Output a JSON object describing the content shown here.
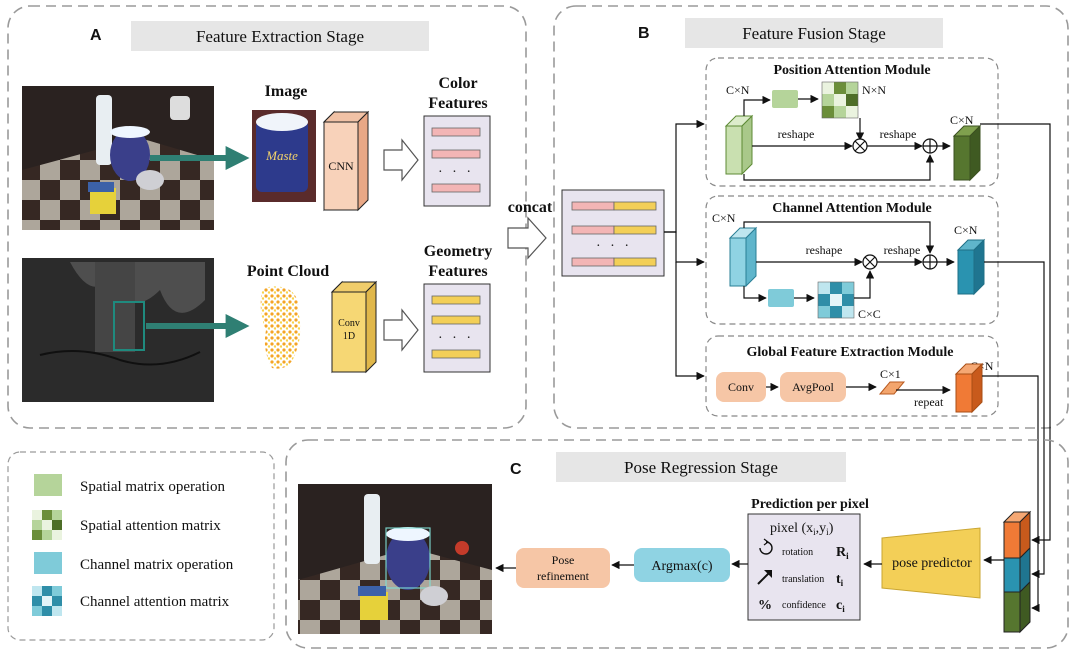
{
  "stages": {
    "a": {
      "letter": "A",
      "title": "Feature Extraction Stage"
    },
    "b": {
      "letter": "B",
      "title": "Feature Fusion Stage"
    },
    "c": {
      "letter": "C",
      "title": "Pose Regression Stage"
    }
  },
  "extraction": {
    "image_label": "Image",
    "cnn_label": "CNN",
    "color_features": [
      "Color",
      "Features"
    ],
    "point_cloud_label": "Point Cloud",
    "conv1d_label": [
      "Conv",
      "1D"
    ],
    "geometry_features": [
      "Geometry",
      "Features"
    ],
    "ellipsis": "· · ·"
  },
  "concat_label": "concat",
  "fusion": {
    "pam": {
      "title": "Position Attention Module",
      "cn_left": "C×N",
      "nn": "N×N",
      "reshape1": "reshape",
      "reshape2": "reshape",
      "cn_right": "C×N"
    },
    "cam": {
      "title": "Channel Attention Module",
      "cn_left": "C×N",
      "reshape1": "reshape",
      "reshape2": "reshape",
      "cc": "C×C",
      "cn_right": "C×N"
    },
    "gfem": {
      "title": "Global Feature Extraction Module",
      "conv": "Conv",
      "avgpool": "AvgPool",
      "c1": "C×1",
      "repeat": "repeat",
      "cn_right": "C×N"
    }
  },
  "regression": {
    "pose_predictor": "pose predictor",
    "prediction_title": "Prediction per pixel",
    "pixel_label": "pixel (x",
    "pixel_sub_i": "i",
    "pixel_mid": ",y",
    "pixel_end": ")",
    "rotation": "rotation",
    "rotation_sym": "R",
    "translation": "translation",
    "translation_sym": "t",
    "confidence": "confidence",
    "confidence_sym": "c",
    "sub_i": "i",
    "argmax": "Argmax(c)",
    "pose_refinement": [
      "Pose",
      "refinement"
    ]
  },
  "legend": [
    {
      "label": "Spatial matrix operation",
      "color": "#b5d49a"
    },
    {
      "label": "Spatial attention matrix",
      "color": "#6b8e3a"
    },
    {
      "label": "Channel matrix operation",
      "color": "#7fcbd9"
    },
    {
      "label": "Channel attention matrix",
      "color": "#2f8ea8"
    }
  ],
  "colors": {
    "green_light": "#c9e0b0",
    "green_dark": "#56762f",
    "cyan_light": "#8fd3e3",
    "cyan_dark": "#2a93b0",
    "orange": "#f07a36",
    "salmon": "#f6c6a6",
    "yellow": "#f3cf57",
    "pink": "#f3b5b5",
    "lavender": "#e8e4ef"
  }
}
